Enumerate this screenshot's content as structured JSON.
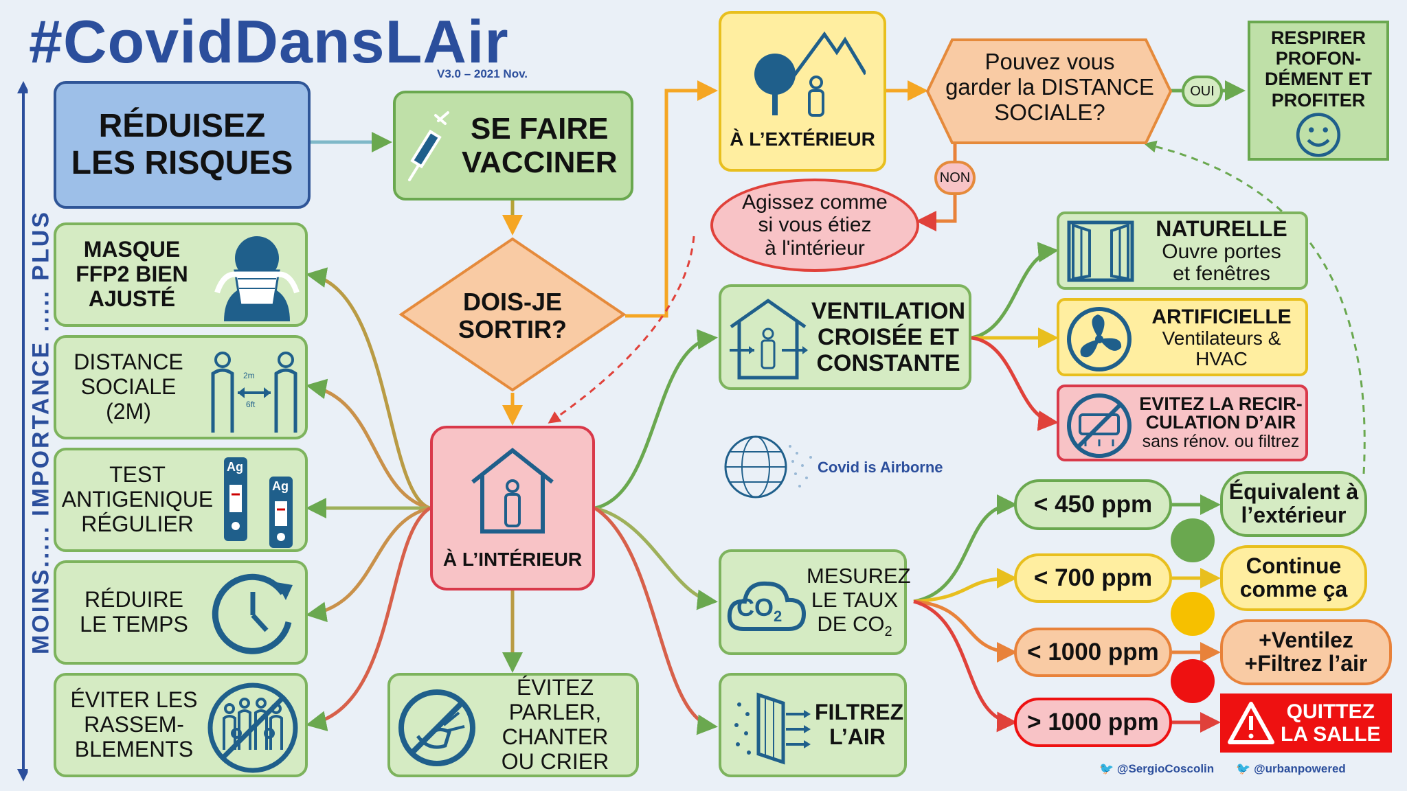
{
  "header": {
    "title": "#CovidDansLAir",
    "version": "V3.0 – 2021 Nov."
  },
  "side_axis": {
    "label": "MOINS..... IMPORTANCE ..... PLUS"
  },
  "main_box": {
    "text": "RÉDUISEZ\nLES RISQUES"
  },
  "vaccine": {
    "text": "SE FAIRE\nVACCINER"
  },
  "decision_out": {
    "text": "DOIS-JE\nSORTIR?"
  },
  "outside": {
    "text": "À L’EXTÉRIEUR"
  },
  "distance_q": {
    "text": "Pouvez vous\ngarder la DISTANCE\nSOCIALE?"
  },
  "oui_label": "OUI",
  "non_label": "NON",
  "breathe": {
    "text": "RESPIRER\nPROFON-\nDÉMENT ET\nPROFITER"
  },
  "act_inside": {
    "text": "Agissez comme\nsi vous étiez\nà l'intérieur"
  },
  "inside": {
    "text": "À L’INTÉRIEUR"
  },
  "left_items": [
    {
      "text": "MASQUE\nFFP2 BIEN\nAJUSTÉ",
      "icon": "mask-icon"
    },
    {
      "text": "DISTANCE\nSOCIALE\n(2M)",
      "icon": "distance-icon",
      "icon_labels": [
        "2m",
        "6ft"
      ]
    },
    {
      "text": "TEST\nANTIGENIQUE\nRÉGULIER",
      "icon": "test-icon",
      "icon_labels": [
        "Ag",
        "Ag"
      ]
    },
    {
      "text": "RÉDUIRE\nLE TEMPS",
      "icon": "clock-icon"
    },
    {
      "text": "ÉVITER LES\nRASSEM-\nBLEMENTS",
      "icon": "crowd-icon"
    }
  ],
  "avoid_talk": {
    "text": "ÉVITEZ PARLER,\nCHANTER\nOU CRIER"
  },
  "ventilation": {
    "text": "VENTILATION\nCROISÉE ET\nCONSTANTE"
  },
  "vent_options": [
    {
      "title": "NATURELLE",
      "sub": "Ouvre portes\net fenêtres"
    },
    {
      "title": "ARTIFICIELLE",
      "sub": "Ventilateurs &\nHVAC"
    },
    {
      "title": "EVITEZ LA RECIR-\nCULATION D’AIR",
      "sub": "sans rénov. ou filtrez"
    }
  ],
  "logo": {
    "text": "Covid is Airborne"
  },
  "co2": {
    "text_line1": "MESUREZ",
    "text_line2": "LE TAUX",
    "text_line3": "DE CO",
    "sub": "2",
    "icon_text": "CO",
    "icon_sub": "2"
  },
  "filter": {
    "text": "FILTREZ\nL’AIR"
  },
  "ppm_levels": [
    {
      "level": "< 450 ppm",
      "action": "Équivalent à\nl’extérieur",
      "color": "#6aa84f"
    },
    {
      "level": "< 700 ppm",
      "action": "Continue\ncomme ça",
      "color": "#f6c000"
    },
    {
      "level": "< 1000 ppm",
      "action": "+Ventilez\n+Filtrez l’air",
      "color": "#e8823a"
    },
    {
      "level": "> 1000 ppm",
      "action": "QUITTEZ\nLA SALLE",
      "color": "#ee1111"
    }
  ],
  "credits": [
    "@SergioCoscolin",
    "@urbanpowered"
  ],
  "colors": {
    "title": "#2b4e9c",
    "icon": "#1f5f8b",
    "green_line": "#6aa84f",
    "orange_line": "#f5a623",
    "red_line": "#e0413a"
  }
}
